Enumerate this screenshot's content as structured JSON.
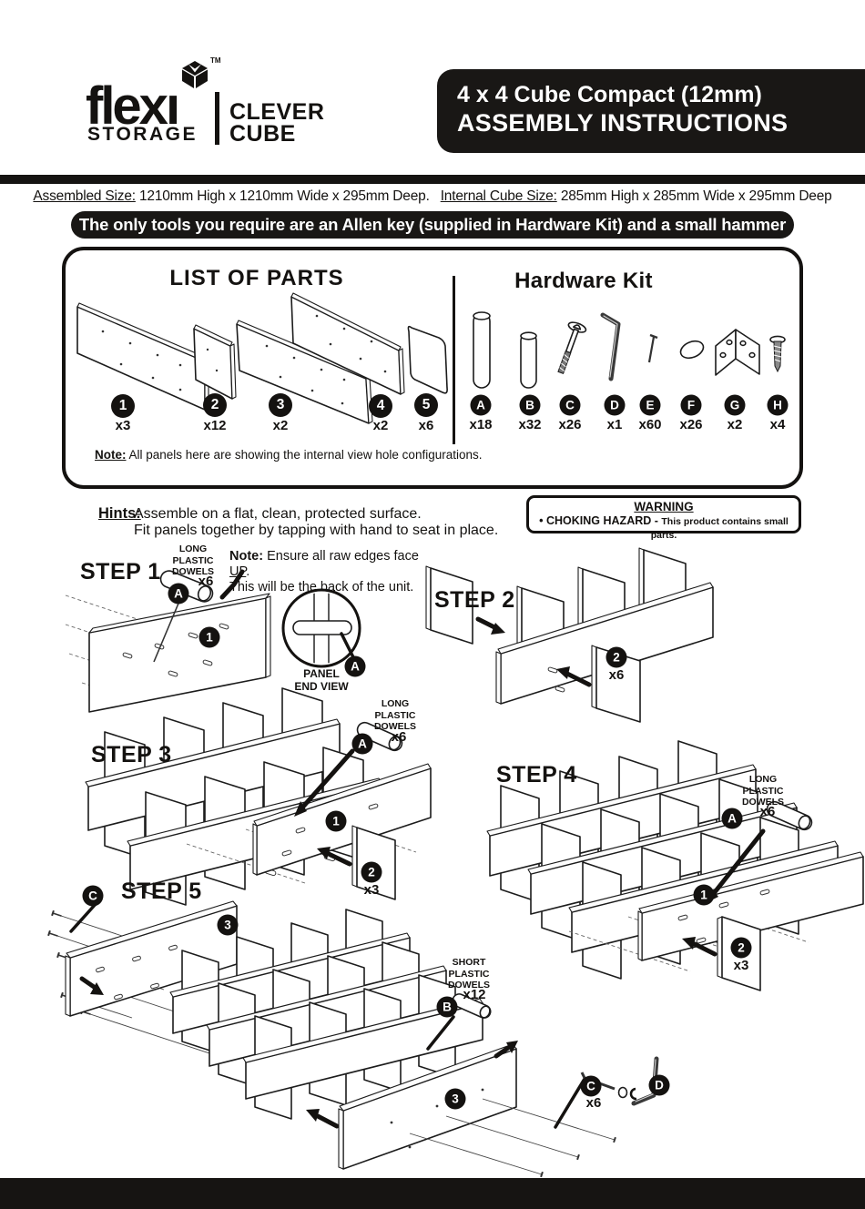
{
  "brand": {
    "word": "flexı",
    "tm": "TM",
    "sub": "STORAGE",
    "tag1": "CLEVER",
    "tag2": "CUBE"
  },
  "title": {
    "line1": "4 x 4 Cube Compact (12mm)",
    "line2": "ASSEMBLY INSTRUCTIONS"
  },
  "size_line": {
    "label1": "Assembled Size:",
    "value1": " 1210mm High x 1210mm Wide x 295mm Deep.",
    "label2": "Internal Cube Size:",
    "value2": " 285mm High x 285mm Wide x 295mm Deep"
  },
  "tools_bar": "The only tools you require are an Allen key (supplied in Hardware Kit) and a small hammer",
  "parts": {
    "title": "LIST OF PARTS",
    "items": [
      {
        "id": "1",
        "qty": "x3"
      },
      {
        "id": "2",
        "qty": "x12"
      },
      {
        "id": "3",
        "qty": "x2"
      },
      {
        "id": "4",
        "qty": "x2"
      },
      {
        "id": "5",
        "qty": "x6"
      }
    ],
    "note_label": "Note:",
    "note": " All panels here are showing the internal view hole configurations."
  },
  "hardware": {
    "title": "Hardware Kit",
    "items": [
      {
        "id": "A",
        "qty": "x18",
        "icon": "long-plastic-dowel"
      },
      {
        "id": "B",
        "qty": "x32",
        "icon": "short-plastic-dowel"
      },
      {
        "id": "C",
        "qty": "x26",
        "icon": "bolt"
      },
      {
        "id": "D",
        "qty": "x1",
        "icon": "allen-key"
      },
      {
        "id": "E",
        "qty": "x60",
        "icon": "nail"
      },
      {
        "id": "F",
        "qty": "x26",
        "icon": "cover-cap"
      },
      {
        "id": "G",
        "qty": "x2",
        "icon": "angle-bracket"
      },
      {
        "id": "H",
        "qty": "x4",
        "icon": "screw"
      }
    ]
  },
  "hints": {
    "label": "Hints:",
    "line1": "Assemble on a flat, clean, protected surface.",
    "line2": "Fit panels together by tapping with hand to seat in place."
  },
  "warning": {
    "title": "WARNING",
    "hazard": "• CHOKING HAZARD - ",
    "rest": "This product contains small parts."
  },
  "steps": {
    "s1": {
      "label": "STEP 1",
      "dowel1": "LONG",
      "dowel2": "PLASTIC",
      "dowel3": "DOWELS",
      "qty": "x6",
      "badge_a": "A",
      "badge_p": "1",
      "note_label": "Note:",
      "note_a": " Ensure all raw edges face ",
      "note_u": "UP",
      "note_b": ".",
      "note_c": "This will be the back of the unit.",
      "inset_badge": "A",
      "inset1": "PANEL",
      "inset2": "END VIEW"
    },
    "s2": {
      "label": "STEP 2",
      "badge_p": "2",
      "qty": "x6"
    },
    "s3": {
      "label": "STEP 3",
      "dowel1": "LONG",
      "dowel2": "PLASTIC",
      "dowel3": "DOWELS",
      "qty": "x6",
      "badge_a": "A",
      "badge_1": "1",
      "badge_2": "2",
      "qty2": "x3"
    },
    "s4": {
      "label": "STEP 4",
      "dowel1": "LONG",
      "dowel2": "PLASTIC",
      "dowel3": "DOWELS",
      "qty": "x6",
      "badge_a": "A",
      "badge_1": "1",
      "badge_2": "2",
      "qty2": "x3"
    },
    "s5": {
      "label": "STEP 5",
      "badge_c": "C",
      "badge_3a": "3",
      "dowel1": "SHORT",
      "dowel2": "PLASTIC",
      "dowel3": "DOWELS",
      "qty": "x12",
      "badge_b": "B",
      "badge_3b": "3",
      "badge_c2": "C",
      "qty_c": "x6",
      "badge_d": "D"
    }
  }
}
